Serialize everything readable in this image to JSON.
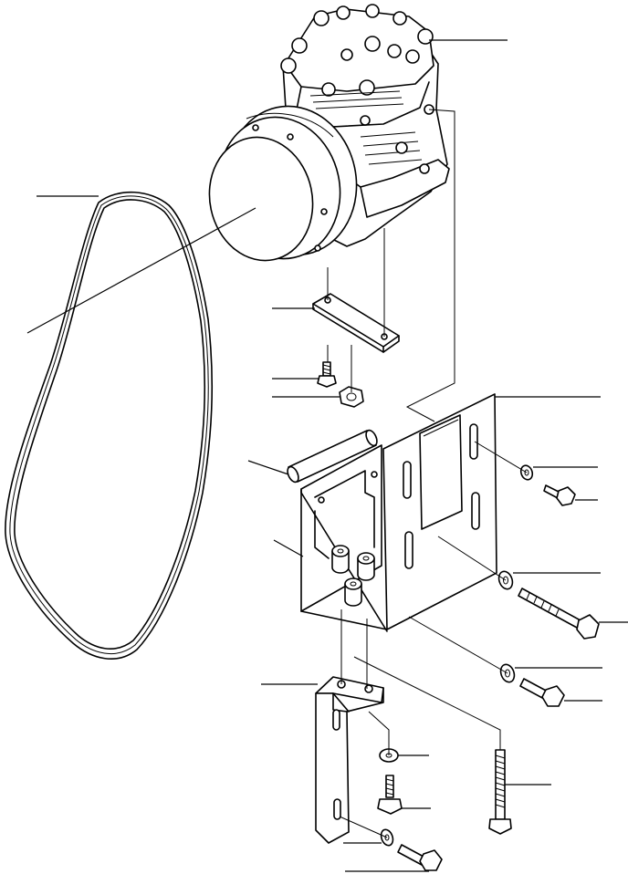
{
  "diagram": {
    "parts": [
      "compressor",
      "v-belt",
      "spacer-plate",
      "hex-bolt",
      "hex-nut",
      "mounting-bracket",
      "washer",
      "adjusting-bolt",
      "lower-bracket",
      "stud-bolt"
    ],
    "callout_count": 21
  }
}
